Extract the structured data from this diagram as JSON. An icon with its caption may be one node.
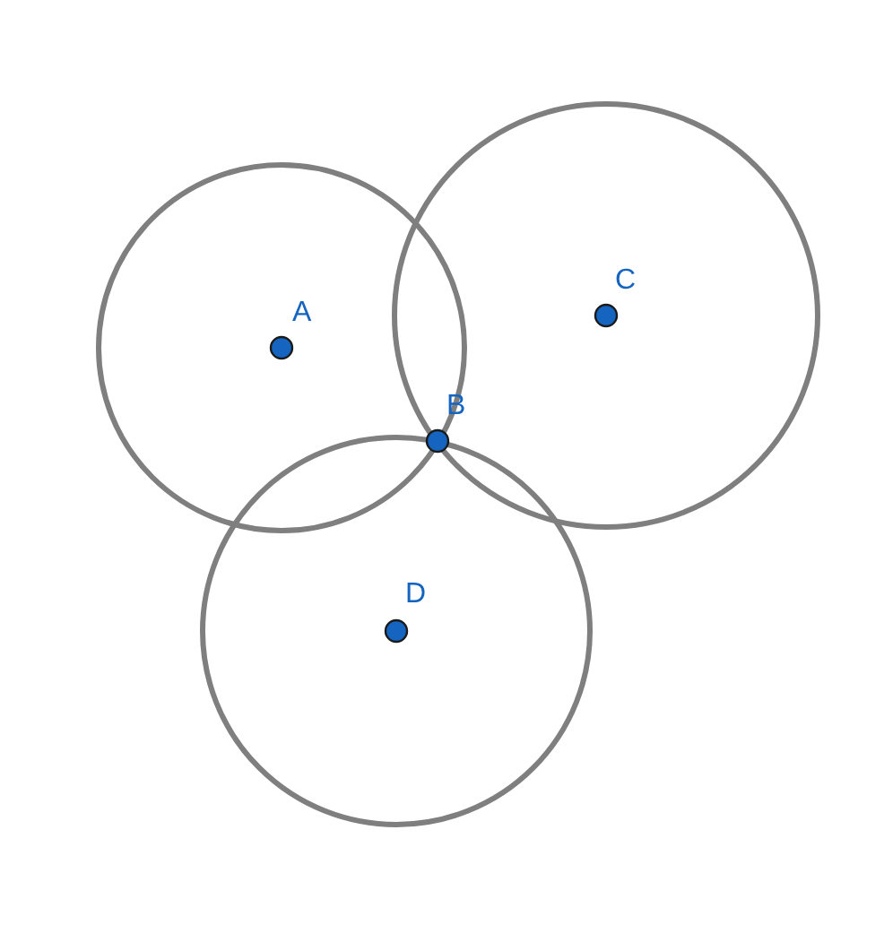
{
  "diagram": {
    "labels": [
      "A",
      "C",
      "B",
      "D"
    ]
  }
}
